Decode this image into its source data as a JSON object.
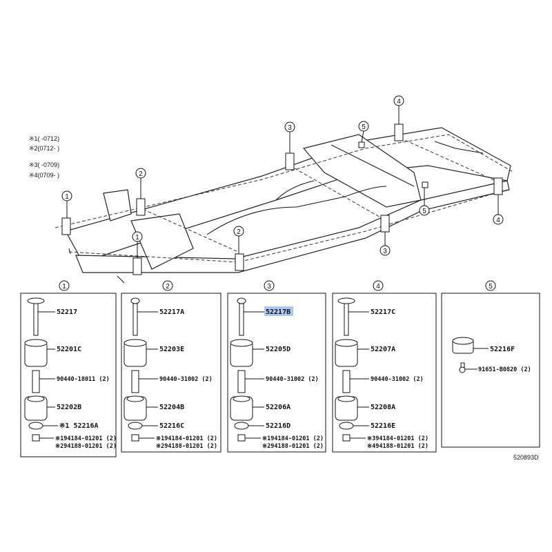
{
  "notes": [
    "※1(   -0712)",
    "※2(0712-   )",
    "※3(   -0709)",
    "※4(0709-   )"
  ],
  "callouts": {
    "c1": "1",
    "c2": "2",
    "c3": "3",
    "c4": "4",
    "c5": "5"
  },
  "panels": [
    {
      "number": "1",
      "parts": [
        "52217",
        "52201C",
        "90440-18011 (2)",
        "52202B",
        "※1 52216A",
        "※194184-01201 (2)",
        "※294188-01201 (2)"
      ]
    },
    {
      "number": "2",
      "parts": [
        "52217A",
        "52203E",
        "90440-31002 (2)",
        "52204B",
        "52216C",
        "※194184-01201 (2)",
        "※294188-01201 (2)"
      ]
    },
    {
      "number": "3",
      "parts": [
        "52217B",
        "52205D",
        "90440-31002 (2)",
        "52206A",
        "52216D",
        "※194184-01201 (2)",
        "※294188-01201 (2)"
      ],
      "highlighted": "52217B"
    },
    {
      "number": "4",
      "parts": [
        "52217C",
        "52207A",
        "90440-31002 (2)",
        "52208A",
        "52216E",
        "※394184-01201 (2)",
        "※494188-01201 (2)"
      ]
    },
    {
      "number": "5",
      "parts": [
        "52216F",
        "91651-B0820 (2)"
      ]
    }
  ],
  "diagram_id": "520893D",
  "highlight_color": "#a9c8f5"
}
